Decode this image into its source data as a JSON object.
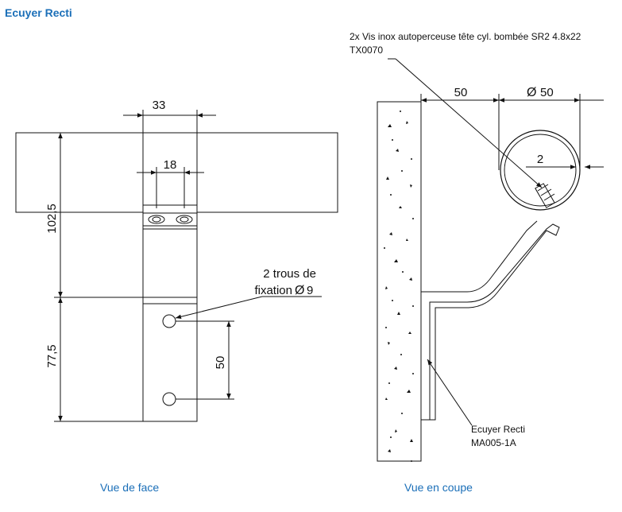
{
  "title": "Ecuyer Recti",
  "captions": {
    "front": "Vue de face",
    "section": "Vue en coupe"
  },
  "front_view": {
    "dim_width_top": "33",
    "dim_width_inner": "18",
    "dim_height_upper": "102,5",
    "dim_height_lower": "77,5",
    "dim_hole_spacing": "50",
    "holes_label_line1": "2 trous de",
    "holes_label_line2": "fixation",
    "holes_diameter": "9",
    "diameter_symbol": "Ø"
  },
  "section_view": {
    "screw_note_line1": "2x Vis inox autoperceuse tête cyl. bombée SR2 4.8x22",
    "screw_note_line2": "TX0070",
    "dim_offset": "50",
    "dim_diameter": "50",
    "dim_thickness": "2",
    "part_label_line1": "Ecuyer Recti",
    "part_label_line2": "MA005-1A"
  },
  "colors": {
    "accent": "#1b6fb8",
    "line": "#111111"
  }
}
